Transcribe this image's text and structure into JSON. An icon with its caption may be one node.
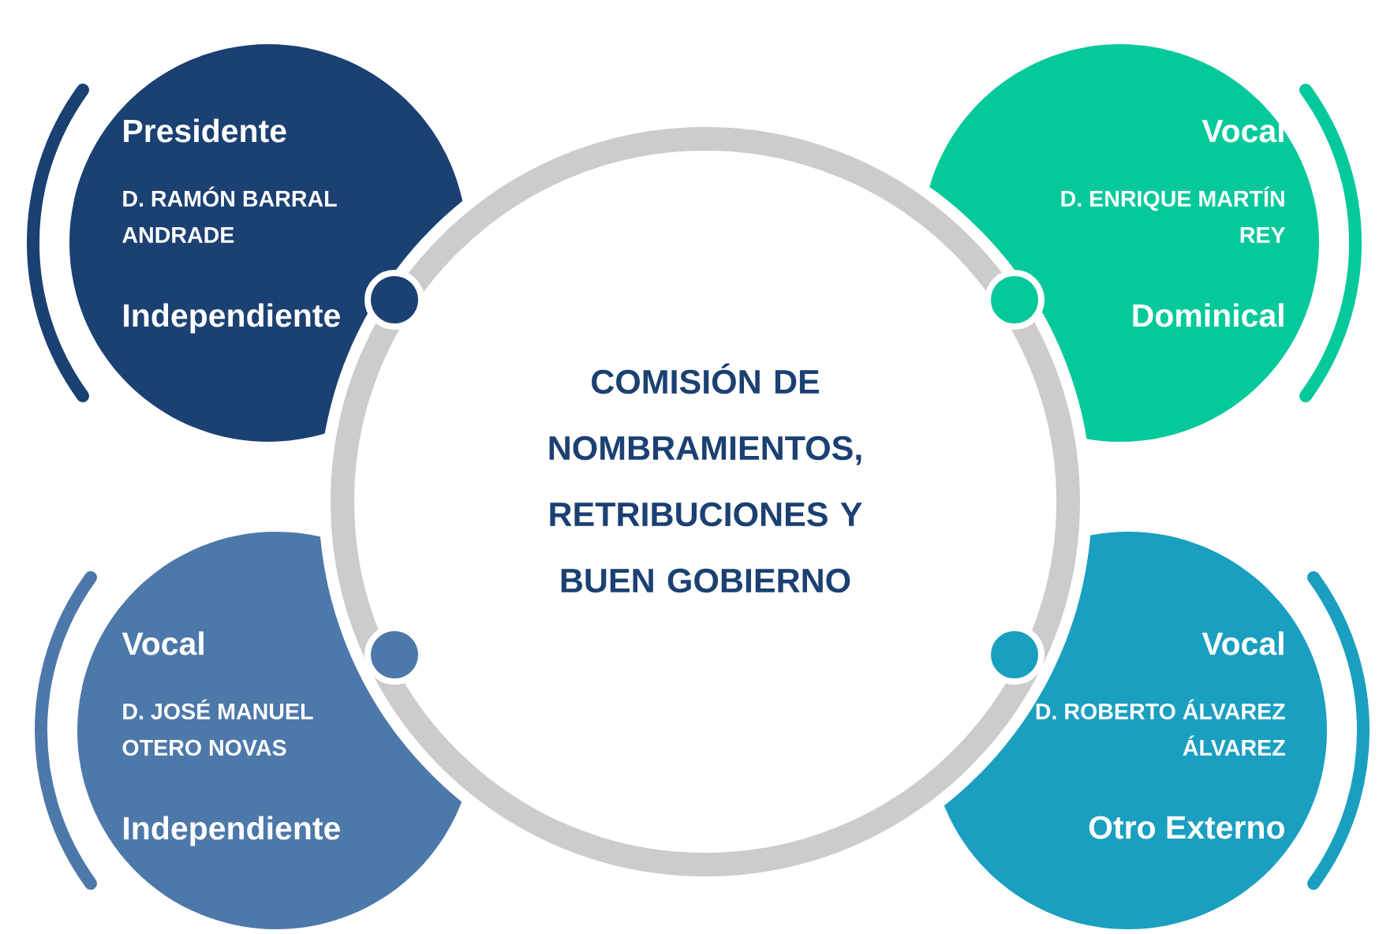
{
  "diagram": {
    "nodes": [
      {
        "text": [
          "Presidente",
          "D. RAMÓN BARRAL ANDRADE",
          "Independiente"
        ]
      },
      {
        "text": [
          "Vocal",
          "D. ENRIQUE MARTÍN REY",
          "Dominical"
        ]
      },
      {
        "text": [
          "COMISIÓN DE NOMBRAMIENTOS, RETRIBUCIONES Y BUEN GOBIERNO"
        ]
      },
      {
        "text": [
          "Vocal",
          "D. JOSÉ MANUEL OTERO NOVAS",
          "Independiente"
        ]
      },
      {
        "text": [
          "Vocal",
          "D. ROBERTO ÁLVAREZ ÁLVAREZ",
          "Otro Externo"
        ]
      }
    ]
  }
}
